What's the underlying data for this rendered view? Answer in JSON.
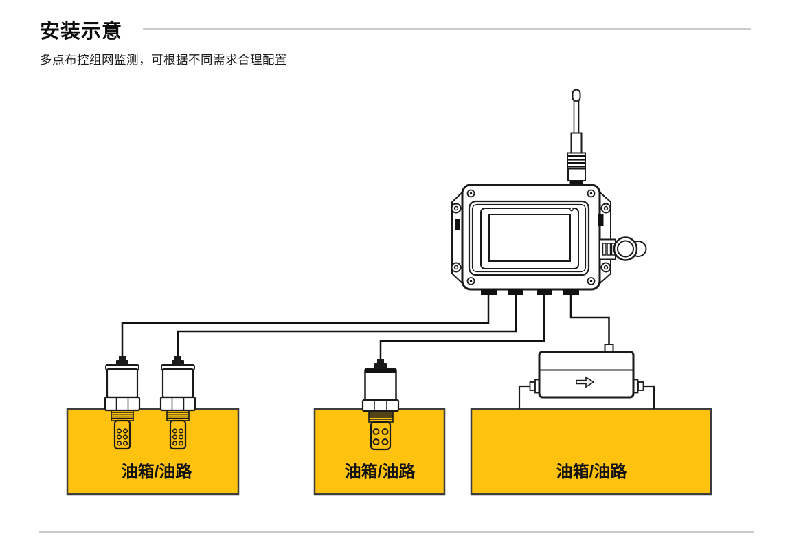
{
  "page": {
    "title": "安装示意",
    "subtitle": "多点布控组网监测，可根据不同需求合理配置"
  },
  "colors": {
    "tank_yellow": "#FFC20E",
    "divider_gray": "#CBCBCB",
    "ink": "#111111"
  },
  "tanks": [
    {
      "label": "油箱/油路"
    },
    {
      "label": "油箱/油路"
    },
    {
      "label": "油箱/油路"
    }
  ]
}
